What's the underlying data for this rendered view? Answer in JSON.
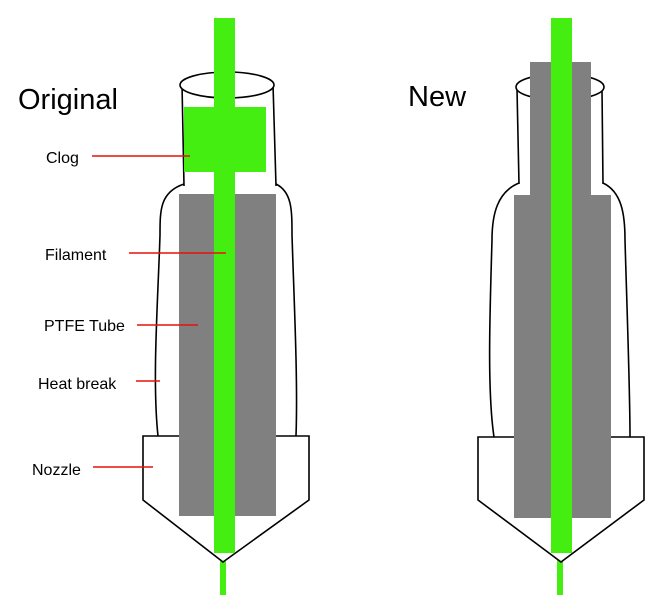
{
  "titles": {
    "original": "Original",
    "new": "New"
  },
  "callouts": [
    {
      "key": "clog",
      "label": "Clog"
    },
    {
      "key": "filament",
      "label": "Filament"
    },
    {
      "key": "ptfe-tube",
      "label": "PTFE Tube"
    },
    {
      "key": "heat-break",
      "label": "Heat break"
    },
    {
      "key": "nozzle",
      "label": "Nozzle"
    }
  ],
  "colors": {
    "filament": "#44ee11",
    "ptfe_tube": "#808080",
    "outline": "#000000",
    "callout_line": "#e8100c"
  }
}
